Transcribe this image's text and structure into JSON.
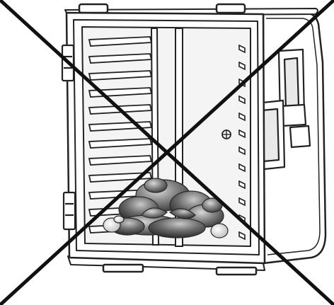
{
  "illustration": {
    "subject": "insulated food carrier",
    "door_state": "open",
    "contents": "roast poultry placed loose on the bottom",
    "indicator": "prohibited",
    "mark_color": "#111111",
    "line_color": "#222222",
    "fill_color": "#ffffff",
    "shade_color": "#e9e9e9"
  }
}
